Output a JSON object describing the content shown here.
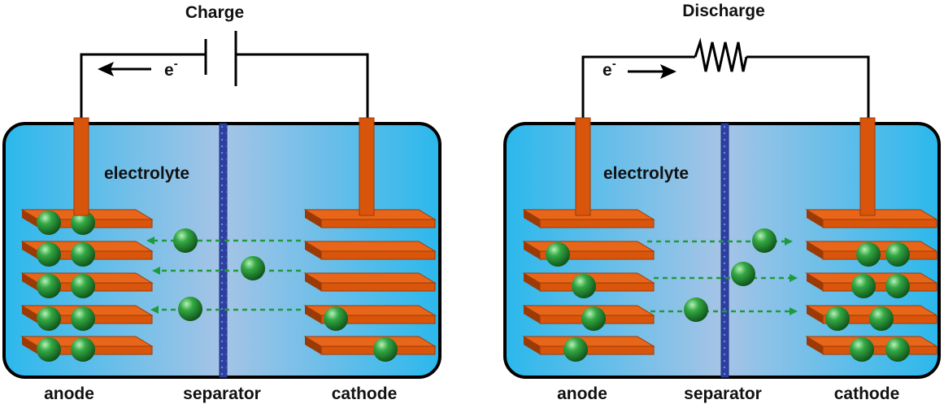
{
  "panels": [
    {
      "title": "Charge",
      "electron_label": "e",
      "electron_superscript": "-",
      "electron_direction": "left",
      "source_symbol": "battery-icon",
      "electrolyte_label": "electrolyte",
      "anode_label": "anode",
      "separator_label": "separator",
      "cathode_label": "cathode",
      "ion_direction": "toward-anode"
    },
    {
      "title": "Discharge",
      "electron_label": "e",
      "electron_superscript": "-",
      "electron_direction": "right",
      "source_symbol": "resistor-icon",
      "electrolyte_label": "electrolyte",
      "anode_label": "anode",
      "separator_label": "separator",
      "cathode_label": "cathode",
      "ion_direction": "toward-cathode"
    }
  ],
  "colors": {
    "electrolyte_edge": "#2bb8ec",
    "electrolyte_center": "#a6c4e6",
    "electrode": "#d9550b",
    "electrode_dark": "#9c3a06",
    "ion": "#1f8a2e",
    "ion_arrow": "#1e9a3c",
    "separator": "#2f3fa0",
    "wire": "#000000"
  }
}
